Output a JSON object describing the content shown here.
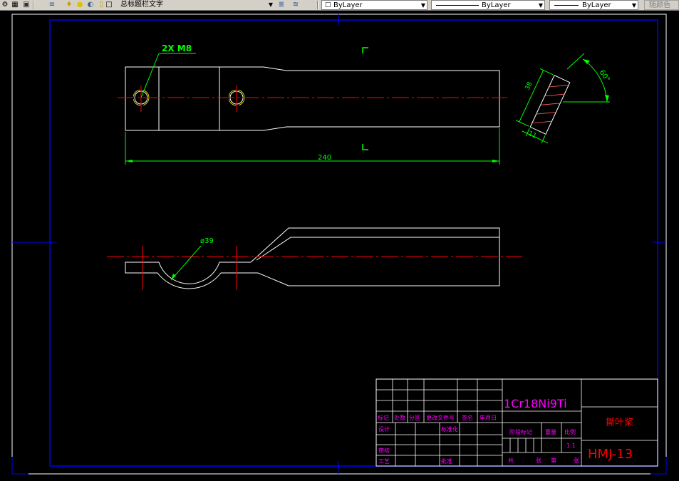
{
  "toolbar": {
    "layer_dropdown": {
      "label": "总标题栏文字"
    },
    "color_dropdown": {
      "label": "ByLayer"
    },
    "linetype_dropdown": {
      "label": "ByLayer"
    },
    "lineweight_dropdown": {
      "label": "ByLayer"
    },
    "plotstyle_dropdown": {
      "label": "随颜色"
    }
  },
  "drawing": {
    "colors": {
      "outline": "#ffffff",
      "dimension": "#00ff00",
      "centerline": "#ff0000",
      "frame": "#0000ff",
      "titleblock_text": "#ff00ff",
      "hatch": "#ff6666"
    },
    "front_view": {
      "hole_label": "2X M8",
      "length_dim": "240"
    },
    "bottom_view": {
      "diameter_label": "ø39"
    },
    "section_view": {
      "angle_label": "60°",
      "width_dim": "38",
      "thickness_dim": "11"
    },
    "title_block": {
      "material": "1Cr18Ni9Ti",
      "part_name": "撕叶桨",
      "drawing_number": "HMJ-13",
      "scale": "1:1",
      "header_labels": [
        "标记",
        "处数",
        "分区",
        "更改文件号",
        "签名",
        "年月日"
      ],
      "row_designer": "设计",
      "row_standard": "标准化",
      "row_checker": "审核",
      "row_process": "工艺",
      "row_approve": "批准",
      "stage_mark": "阶段标记",
      "weight": "重量",
      "scale_label": "比例",
      "total_label": "共",
      "sheet_label": "张",
      "page_label": "第",
      "page_unit": "张"
    }
  }
}
